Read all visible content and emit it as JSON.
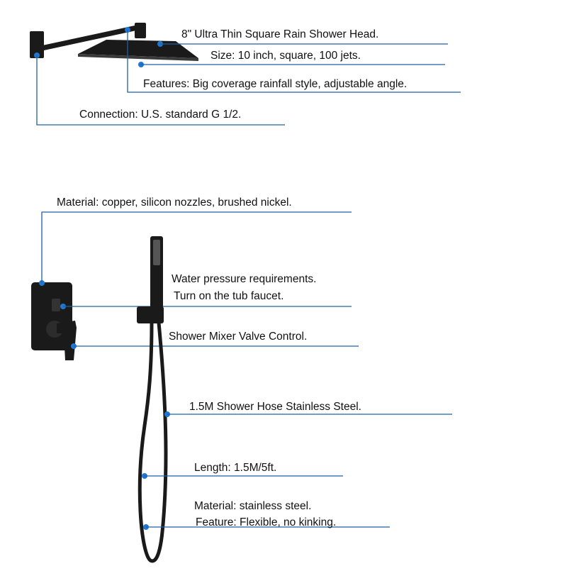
{
  "diagram": {
    "colors": {
      "leader_line": "#1f5fa8",
      "leader_dot": "#1f77d0",
      "product": "#1a1a1a",
      "text": "#111111",
      "background": "#ffffff"
    },
    "icons": [
      "rain-shower-head",
      "shower-arm",
      "mixer-valve-plate",
      "handheld-shower",
      "wall-holder",
      "shower-hose"
    ],
    "labels": {
      "head_title": "8\" Ultra Thin Square Rain Shower Head.",
      "head_size": "Size: 10 inch, square, 100 jets.",
      "head_features": "Features: Big coverage rainfall style, adjustable angle.",
      "connection": "Connection: U.S. standard G 1/2.",
      "valve_material": "Material: copper, silicon nozzles, brushed nickel.",
      "water_pressure": "Water pressure requirements.",
      "tub_faucet": "Turn on the tub faucet.",
      "mixer_control": "Shower Mixer Valve Control.",
      "hose_title": "1.5M Shower Hose Stainless Steel.",
      "hose_length": "Length: 1.5M/5ft.",
      "hose_material": "Material: stainless steel.",
      "hose_feature": "Feature: Flexible, no kinking."
    }
  }
}
